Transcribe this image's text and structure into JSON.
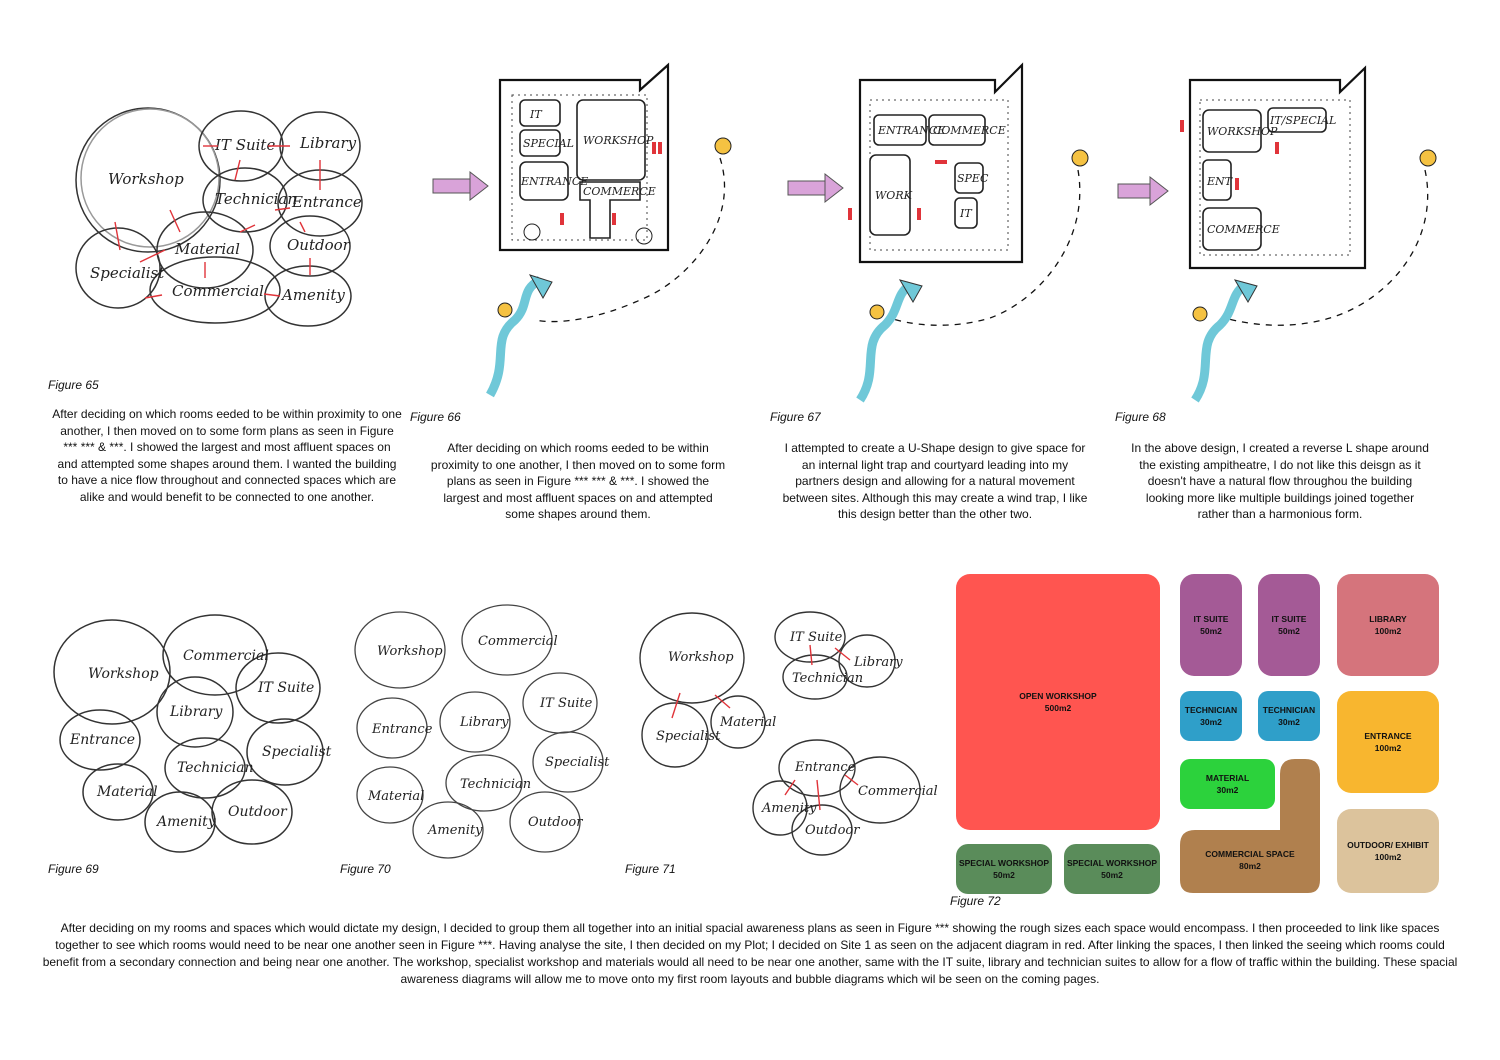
{
  "figures": {
    "f65": {
      "label": "Figure 65",
      "caption": "After deciding on which rooms eeded to be within proximity to one another, I then moved on to some form plans as seen in Figure *** *** & ***. I showed the largest and most affluent spaces on and attempted some shapes around them. I wanted the building to have a nice flow throughout and connected spaces which are alike and would benefit to be connected to one another.",
      "bubbles": [
        "Workshop",
        "IT Suite",
        "Library",
        "Technician",
        "Entrance",
        "Material",
        "Outdoor",
        "Specialist",
        "Commercial",
        "Amenity"
      ]
    },
    "f66": {
      "label": "Figure 66",
      "caption": "After deciding on which rooms eeded to be within proximity to one another, I then moved on to some form plans as seen in Figure *** *** & ***. I showed the largest and most affluent spaces on and attempted some shapes around them.",
      "rooms": [
        "IT",
        "SPECIAL",
        "WORKSHOP",
        "ENTRANCE",
        "COMMERCE"
      ]
    },
    "f67": {
      "label": "Figure 67",
      "caption": "I attempted to create a U-Shape design to give space for an internal light trap and courtyard leading into my partners design and allowing for a natural movement between sites. Although this may create a wind trap, I like this design better than the other two.",
      "rooms": [
        "ENTRANCE",
        "COMMERCE",
        "WORK",
        "SPEC",
        "IT"
      ]
    },
    "f68": {
      "label": "Figure 68",
      "caption": "In the above design, I created a reverse L shape around the existing ampitheatre, I do not like this deisgn as it doesn't have a natural flow throughou the building looking more like multiple buildings joined together rather than a harmonious form.",
      "rooms": [
        "WORKSHOP",
        "IT/SPECIAL",
        "ENT",
        "COMMERCE"
      ]
    },
    "f69": {
      "label": "Figure 69",
      "bubbles": [
        "Workshop",
        "Commercial",
        "IT Suite",
        "Library",
        "Entrance",
        "Specialist",
        "Technician",
        "Material",
        "Amenity",
        "Outdoor"
      ]
    },
    "f70": {
      "label": "Figure 70",
      "bubbles": [
        "Workshop",
        "Commercial",
        "IT Suite",
        "Entrance",
        "Library",
        "Specialist",
        "Technician",
        "Material",
        "Amenity",
        "Outdoor"
      ]
    },
    "f71": {
      "label": "Figure 71",
      "bubbles": [
        "Workshop",
        "IT Suite",
        "Library",
        "Technician",
        "Specialist",
        "Material",
        "Entrance",
        "Commercial",
        "Amenity",
        "Outdoor"
      ]
    },
    "f72": {
      "label": "Figure 72",
      "blocks": [
        {
          "name": "OPEN WORKSHOP",
          "area": "500m2",
          "color": "#ff5550"
        },
        {
          "name": "IT SUITE",
          "area": "50m2",
          "color": "#a45a96"
        },
        {
          "name": "IT SUITE",
          "area": "50m2",
          "color": "#a45a96"
        },
        {
          "name": "LIBRARY",
          "area": "100m2",
          "color": "#d5747c"
        },
        {
          "name": "TECHNICIAN",
          "area": "30m2",
          "color": "#2f9fc9"
        },
        {
          "name": "TECHNICIAN",
          "area": "30m2",
          "color": "#2f9fc9"
        },
        {
          "name": "ENTRANCE",
          "area": "100m2",
          "color": "#f8b62f"
        },
        {
          "name": "MATERIAL",
          "area": "30m2",
          "color": "#2cd23c"
        },
        {
          "name": "COMMERCIAL SPACE",
          "area": "80m2",
          "color": "#b0804e"
        },
        {
          "name": "OUTDOOR/ EXHIBIT",
          "area": "100m2",
          "color": "#dcc39c"
        },
        {
          "name": "SPECIAL WORKSHOP",
          "area": "50m2",
          "color": "#5a8c5a"
        },
        {
          "name": "SPECIAL WORKSHOP",
          "area": "50m2",
          "color": "#5a8c5a"
        }
      ]
    }
  },
  "bottom_paragraph": "After deciding on my rooms and spaces which would dictate my design, I decided to group them all together into an initial spacial awareness plans as seen in Figure *** showing the rough sizes each space would encompass. I then proceeded to link like spaces together to see which rooms would need to be near one another seen in Figure ***. Having analyse the site, I then decided on my Plot; I decided on Site 1 as seen on the adjacent diagram in red. After linking the spaces, I then linked the seeing which rooms could benefit from a secondary connection and being near one another. The workshop, specialist workshop and materials would all need to be near one another, same with the IT suite, library and technician suites to allow for a flow of traffic within the building. These spacial awareness diagrams will allow me to move onto my first room layouts and bubble diagrams which wil be seen on the coming pages.",
  "colors": {
    "arrow_red": "#e0343a",
    "path_blue": "#6fc8d8",
    "entry_pink": "#d9a3d9",
    "sun_yellow": "#f5c242"
  }
}
